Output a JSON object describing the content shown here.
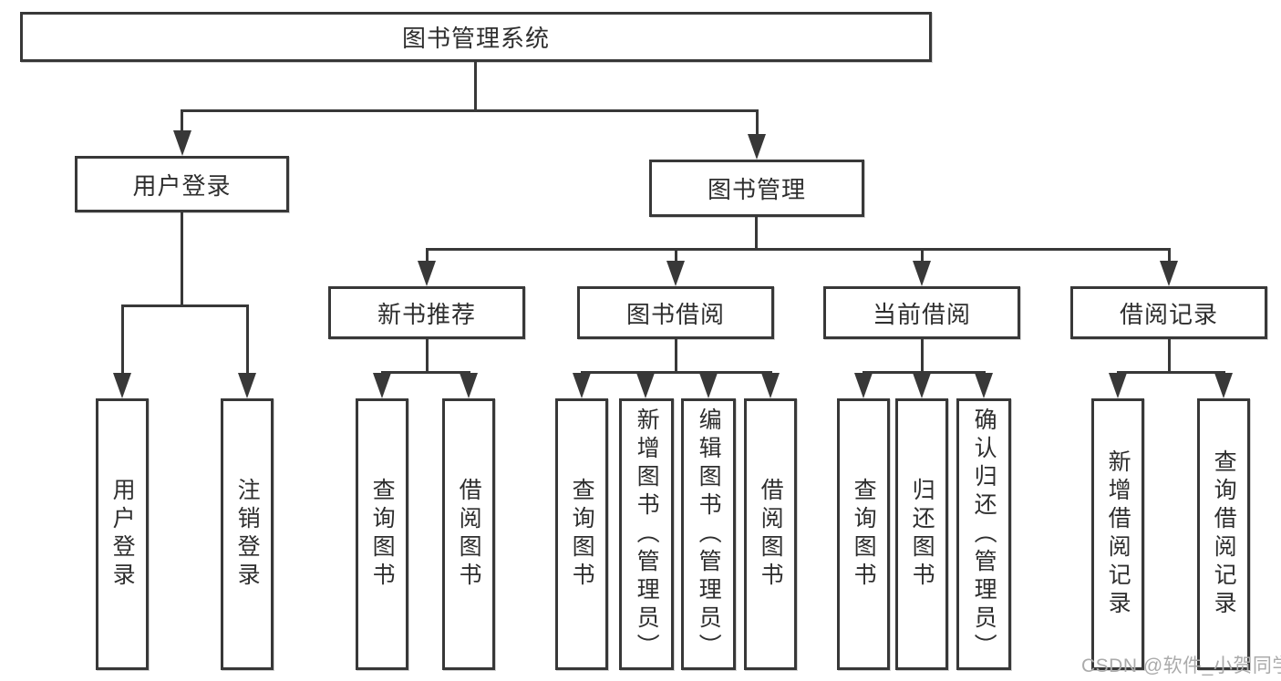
{
  "tree": {
    "root": {
      "label": "图书管理系统",
      "children": [
        {
          "label": "用户登录",
          "children": [
            {
              "label": "用户登录"
            },
            {
              "label": "注销登录"
            }
          ]
        },
        {
          "label": "图书管理",
          "children": [
            {
              "label": "新书推荐",
              "children": [
                {
                  "label": "查询图书"
                },
                {
                  "label": "借阅图书"
                }
              ]
            },
            {
              "label": "图书借阅",
              "children": [
                {
                  "label": "查询图书"
                },
                {
                  "label": "新增图书（管理员）"
                },
                {
                  "label": "编辑图书（管理员）"
                },
                {
                  "label": "借阅图书"
                }
              ]
            },
            {
              "label": "当前借阅",
              "children": [
                {
                  "label": "查询图书"
                },
                {
                  "label": "归还图书"
                },
                {
                  "label": "确认归还（管理员）"
                }
              ]
            },
            {
              "label": "借阅记录",
              "children": [
                {
                  "label": "新增借阅记录"
                },
                {
                  "label": "查询借阅记录"
                }
              ]
            }
          ]
        }
      ]
    }
  },
  "watermark": {
    "text": "CSDN @软件_小贺同学",
    "color": "#ababab"
  },
  "colors": {
    "line": "#383838",
    "text": "#2e2e2e",
    "box_background": "#ffffff",
    "page_background": "#ffffff"
  }
}
